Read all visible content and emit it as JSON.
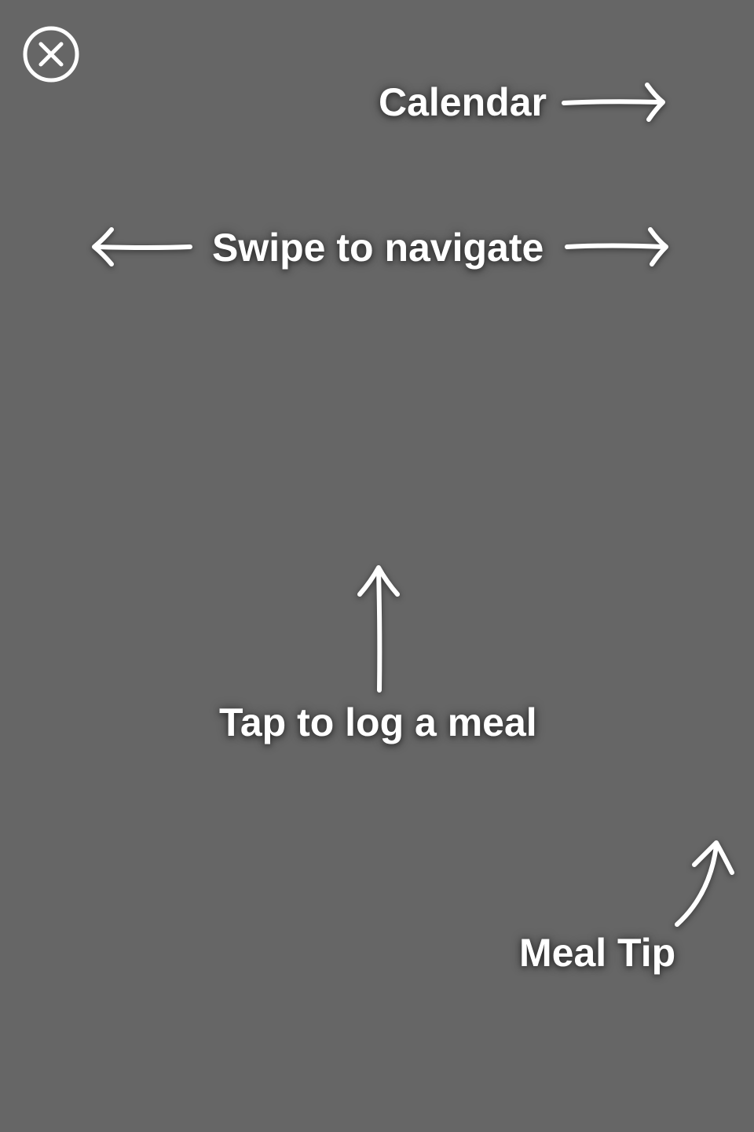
{
  "screen": {
    "background_color": "#666666",
    "text_color": "#ffffff"
  },
  "close_button": {
    "icon": "close-circle-icon"
  },
  "hints": {
    "calendar": {
      "label": "Calendar",
      "arrow_icon": "arrow-right-icon"
    },
    "swipe": {
      "label": "Swipe to navigate",
      "arrow_left_icon": "arrow-left-icon",
      "arrow_right_icon": "arrow-right-icon"
    },
    "tap": {
      "label": "Tap to log a meal",
      "arrow_icon": "arrow-up-icon"
    },
    "meal_tip": {
      "label": "Meal Tip",
      "arrow_icon": "curved-arrow-up-right-icon"
    }
  }
}
